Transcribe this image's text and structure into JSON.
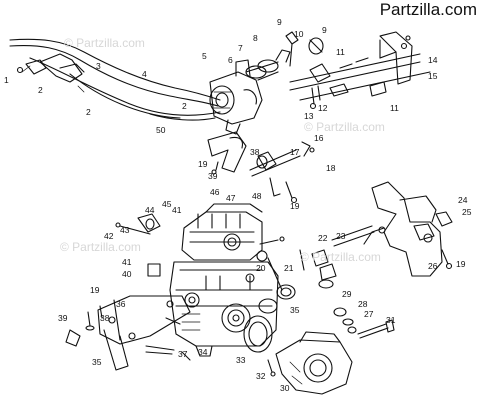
{
  "brand": "Partzilla.com",
  "watermark": "© Partzilla.com",
  "callouts": [
    "1",
    "2",
    "2",
    "3",
    "4",
    "2",
    "50",
    "5",
    "6",
    "7",
    "8",
    "9",
    "9",
    "10",
    "11",
    "11",
    "12",
    "13",
    "14",
    "15",
    "16",
    "17",
    "18",
    "19",
    "39",
    "38",
    "48",
    "19",
    "46",
    "47",
    "44",
    "45",
    "41",
    "43",
    "42",
    "41",
    "40",
    "21",
    "20",
    "22",
    "23",
    "24",
    "25",
    "26",
    "19",
    "19",
    "38",
    "39",
    "36",
    "37",
    "35",
    "34",
    "33",
    "32",
    "30",
    "29",
    "28",
    "27",
    "31",
    "35"
  ],
  "colors": {
    "ink": "#111111",
    "watermark": "#d7d7d7",
    "background": "#ffffff"
  }
}
